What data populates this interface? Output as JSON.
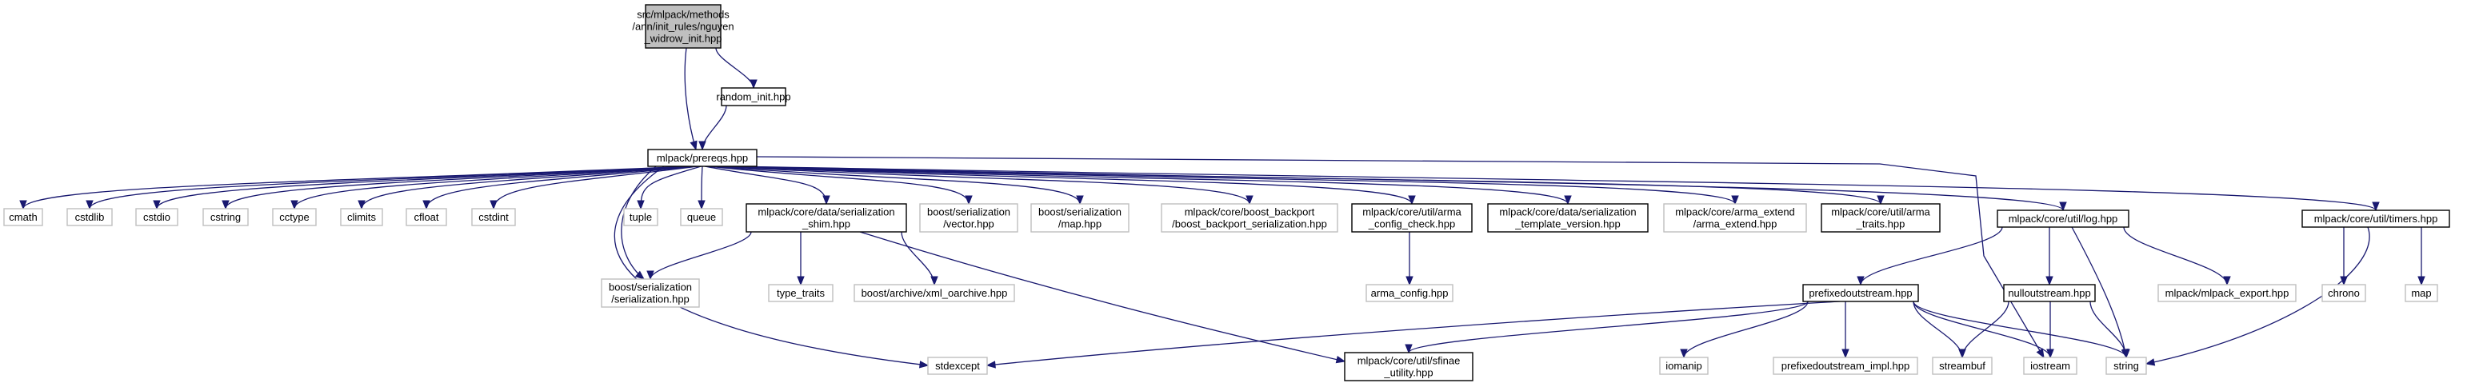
{
  "graph": {
    "nodes": [
      {
        "id": "nguyen",
        "lines": [
          "src/mlpack/methods",
          "/ann/init_rules/nguyen",
          "_widrow_init.hpp"
        ],
        "style": "root"
      },
      {
        "id": "random_init",
        "lines": [
          "random_init.hpp"
        ],
        "style": "normal"
      },
      {
        "id": "prereqs",
        "lines": [
          "mlpack/prereqs.hpp"
        ],
        "style": "normal"
      },
      {
        "id": "cmath",
        "lines": [
          "cmath"
        ],
        "style": "external"
      },
      {
        "id": "cstdlib",
        "lines": [
          "cstdlib"
        ],
        "style": "external"
      },
      {
        "id": "cstdio",
        "lines": [
          "cstdio"
        ],
        "style": "external"
      },
      {
        "id": "cstring",
        "lines": [
          "cstring"
        ],
        "style": "external"
      },
      {
        "id": "cctype",
        "lines": [
          "cctype"
        ],
        "style": "external"
      },
      {
        "id": "climits",
        "lines": [
          "climits"
        ],
        "style": "external"
      },
      {
        "id": "cfloat",
        "lines": [
          "cfloat"
        ],
        "style": "external"
      },
      {
        "id": "cstdint",
        "lines": [
          "cstdint"
        ],
        "style": "external"
      },
      {
        "id": "tuple",
        "lines": [
          "tuple"
        ],
        "style": "external"
      },
      {
        "id": "queue",
        "lines": [
          "queue"
        ],
        "style": "external"
      },
      {
        "id": "ser_shim",
        "lines": [
          "mlpack/core/data/serialization",
          "_shim.hpp"
        ],
        "style": "normal"
      },
      {
        "id": "boost_vector",
        "lines": [
          "boost/serialization",
          "/vector.hpp"
        ],
        "style": "external"
      },
      {
        "id": "boost_map",
        "lines": [
          "boost/serialization",
          "/map.hpp"
        ],
        "style": "external"
      },
      {
        "id": "boost_backport",
        "lines": [
          "mlpack/core/boost_backport",
          "/boost_backport_serialization.hpp"
        ],
        "style": "external"
      },
      {
        "id": "arma_config_check",
        "lines": [
          "mlpack/core/util/arma",
          "_config_check.hpp"
        ],
        "style": "normal"
      },
      {
        "id": "ser_template",
        "lines": [
          "mlpack/core/data/serialization",
          "_template_version.hpp"
        ],
        "style": "normal"
      },
      {
        "id": "arma_extend",
        "lines": [
          "mlpack/core/arma_extend",
          "/arma_extend.hpp"
        ],
        "style": "external"
      },
      {
        "id": "arma_traits",
        "lines": [
          "mlpack/core/util/arma",
          "_traits.hpp"
        ],
        "style": "normal"
      },
      {
        "id": "log",
        "lines": [
          "mlpack/core/util/log.hpp"
        ],
        "style": "normal"
      },
      {
        "id": "timers",
        "lines": [
          "mlpack/core/util/timers.hpp"
        ],
        "style": "normal"
      },
      {
        "id": "boost_serialization",
        "lines": [
          "boost/serialization",
          "/serialization.hpp"
        ],
        "style": "external"
      },
      {
        "id": "type_traits",
        "lines": [
          "type_traits"
        ],
        "style": "external"
      },
      {
        "id": "xml_oarchive",
        "lines": [
          "boost/archive/xml_oarchive.hpp"
        ],
        "style": "external"
      },
      {
        "id": "arma_config",
        "lines": [
          "arma_config.hpp"
        ],
        "style": "external"
      },
      {
        "id": "prefixed",
        "lines": [
          "prefixedoutstream.hpp"
        ],
        "style": "normal"
      },
      {
        "id": "nulloutstream",
        "lines": [
          "nulloutstream.hpp"
        ],
        "style": "normal"
      },
      {
        "id": "mlpack_export",
        "lines": [
          "mlpack/mlpack_export.hpp"
        ],
        "style": "external"
      },
      {
        "id": "chrono",
        "lines": [
          "chrono"
        ],
        "style": "external"
      },
      {
        "id": "map",
        "lines": [
          "map"
        ],
        "style": "external"
      },
      {
        "id": "stdexcept",
        "lines": [
          "stdexcept"
        ],
        "style": "external"
      },
      {
        "id": "sfinae",
        "lines": [
          "mlpack/core/util/sfinae",
          "_utility.hpp"
        ],
        "style": "normal"
      },
      {
        "id": "iomanip",
        "lines": [
          "iomanip"
        ],
        "style": "external"
      },
      {
        "id": "prefixed_impl",
        "lines": [
          "prefixedoutstream_impl.hpp"
        ],
        "style": "external"
      },
      {
        "id": "streambuf",
        "lines": [
          "streambuf"
        ],
        "style": "external"
      },
      {
        "id": "iostream",
        "lines": [
          "iostream"
        ],
        "style": "external"
      },
      {
        "id": "string",
        "lines": [
          "string"
        ],
        "style": "external"
      }
    ],
    "edges": [
      [
        "nguyen",
        "random_init"
      ],
      [
        "nguyen",
        "prereqs"
      ],
      [
        "random_init",
        "prereqs"
      ],
      [
        "prereqs",
        "cmath"
      ],
      [
        "prereqs",
        "cstdlib"
      ],
      [
        "prereqs",
        "cstdio"
      ],
      [
        "prereqs",
        "cstring"
      ],
      [
        "prereqs",
        "cctype"
      ],
      [
        "prereqs",
        "climits"
      ],
      [
        "prereqs",
        "cfloat"
      ],
      [
        "prereqs",
        "cstdint"
      ],
      [
        "prereqs",
        "tuple"
      ],
      [
        "prereqs",
        "queue"
      ],
      [
        "prereqs",
        "ser_shim"
      ],
      [
        "prereqs",
        "boost_vector"
      ],
      [
        "prereqs",
        "boost_map"
      ],
      [
        "prereqs",
        "boost_backport"
      ],
      [
        "prereqs",
        "arma_config_check"
      ],
      [
        "prereqs",
        "ser_template"
      ],
      [
        "prereqs",
        "arma_extend"
      ],
      [
        "prereqs",
        "arma_traits"
      ],
      [
        "prereqs",
        "log"
      ],
      [
        "prereqs",
        "timers"
      ],
      [
        "prereqs",
        "boost_serialization"
      ],
      [
        "prereqs",
        "stdexcept"
      ],
      [
        "prereqs",
        "iostream"
      ],
      [
        "ser_shim",
        "boost_serialization"
      ],
      [
        "ser_shim",
        "type_traits"
      ],
      [
        "ser_shim",
        "xml_oarchive"
      ],
      [
        "ser_shim",
        "sfinae"
      ],
      [
        "arma_config_check",
        "arma_config"
      ],
      [
        "log",
        "prefixed"
      ],
      [
        "log",
        "nulloutstream"
      ],
      [
        "log",
        "mlpack_export"
      ],
      [
        "log",
        "string"
      ],
      [
        "timers",
        "chrono"
      ],
      [
        "timers",
        "map"
      ],
      [
        "timers",
        "string"
      ],
      [
        "prefixed",
        "stdexcept"
      ],
      [
        "prefixed",
        "sfinae"
      ],
      [
        "prefixed",
        "iomanip"
      ],
      [
        "prefixed",
        "prefixed_impl"
      ],
      [
        "prefixed",
        "streambuf"
      ],
      [
        "prefixed",
        "iostream"
      ],
      [
        "prefixed",
        "string"
      ],
      [
        "nulloutstream",
        "streambuf"
      ],
      [
        "nulloutstream",
        "iostream"
      ],
      [
        "nulloutstream",
        "string"
      ]
    ],
    "colors": {
      "edge": "#191970",
      "root_fill": "#bfbfbf",
      "root_border": "#000000",
      "normal_fill": "#ffffff",
      "normal_border": "#000000",
      "external_fill": "#ffffff",
      "external_border": "#bfbfbf"
    }
  }
}
